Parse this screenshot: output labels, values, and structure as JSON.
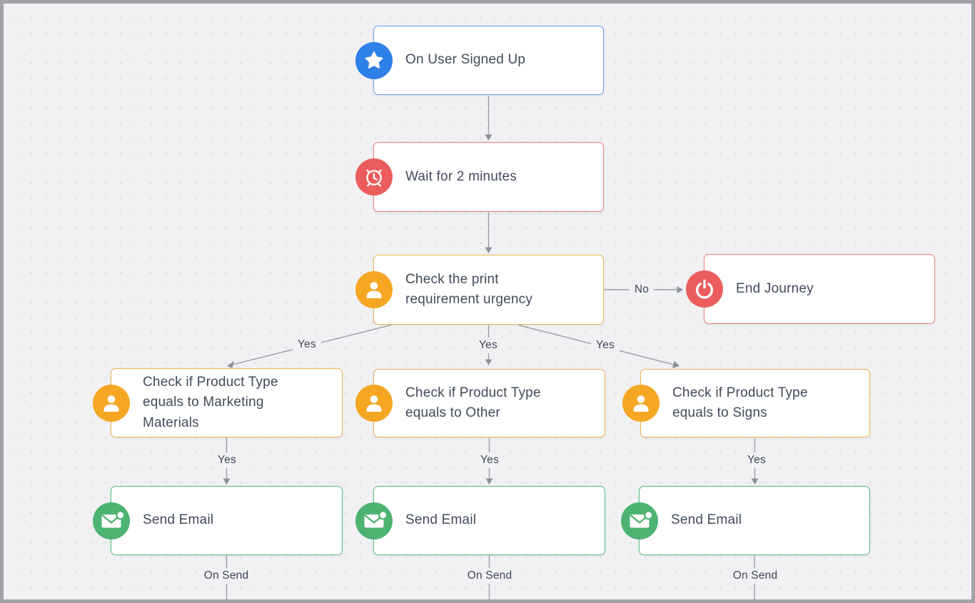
{
  "app": {
    "name": "journey-builder-canvas"
  },
  "palette": {
    "canvas_bg": "#f1f1f4",
    "grid_dot": "#d8d8dc",
    "connector": "#99a0a9",
    "node_text": "#414b5a",
    "trigger_icon_blue": "#2e7fe8",
    "trigger_border_blue": "#5f9df0",
    "wait_end_icon_red": "#eb5d5d",
    "wait_end_border_red": "#f27d7d",
    "condition_icon_orange": "#f5a623",
    "condition_border_orange": "#f0b152",
    "action_icon_green": "#4db373",
    "action_border_green": "#58bb7c"
  },
  "nodes": [
    {
      "type": "trigger",
      "icon": "star-icon",
      "label": "On User Signed Up"
    },
    {
      "type": "wait",
      "icon": "alarm-clock-icon",
      "label": "Wait for 2 minutes"
    },
    {
      "type": "condition",
      "icon": "user-icon",
      "label": "Check the print requirement urgency"
    },
    {
      "type": "end",
      "icon": "power-icon",
      "label": "End Journey"
    },
    {
      "type": "condition",
      "icon": "user-icon",
      "label": "Check if Product Type equals to Marketing Materials"
    },
    {
      "type": "condition",
      "icon": "user-icon",
      "label": "Check if Product Type equals to Other"
    },
    {
      "type": "condition",
      "icon": "user-icon",
      "label": "Check if Product Type equals to Signs"
    },
    {
      "type": "action",
      "icon": "email-icon",
      "label": "Send Email"
    },
    {
      "type": "action",
      "icon": "email-icon",
      "label": "Send Email"
    },
    {
      "type": "action",
      "icon": "email-icon",
      "label": "Send Email"
    }
  ],
  "edge_labels": {
    "yes": "Yes",
    "no": "No",
    "on_send": "On Send"
  }
}
